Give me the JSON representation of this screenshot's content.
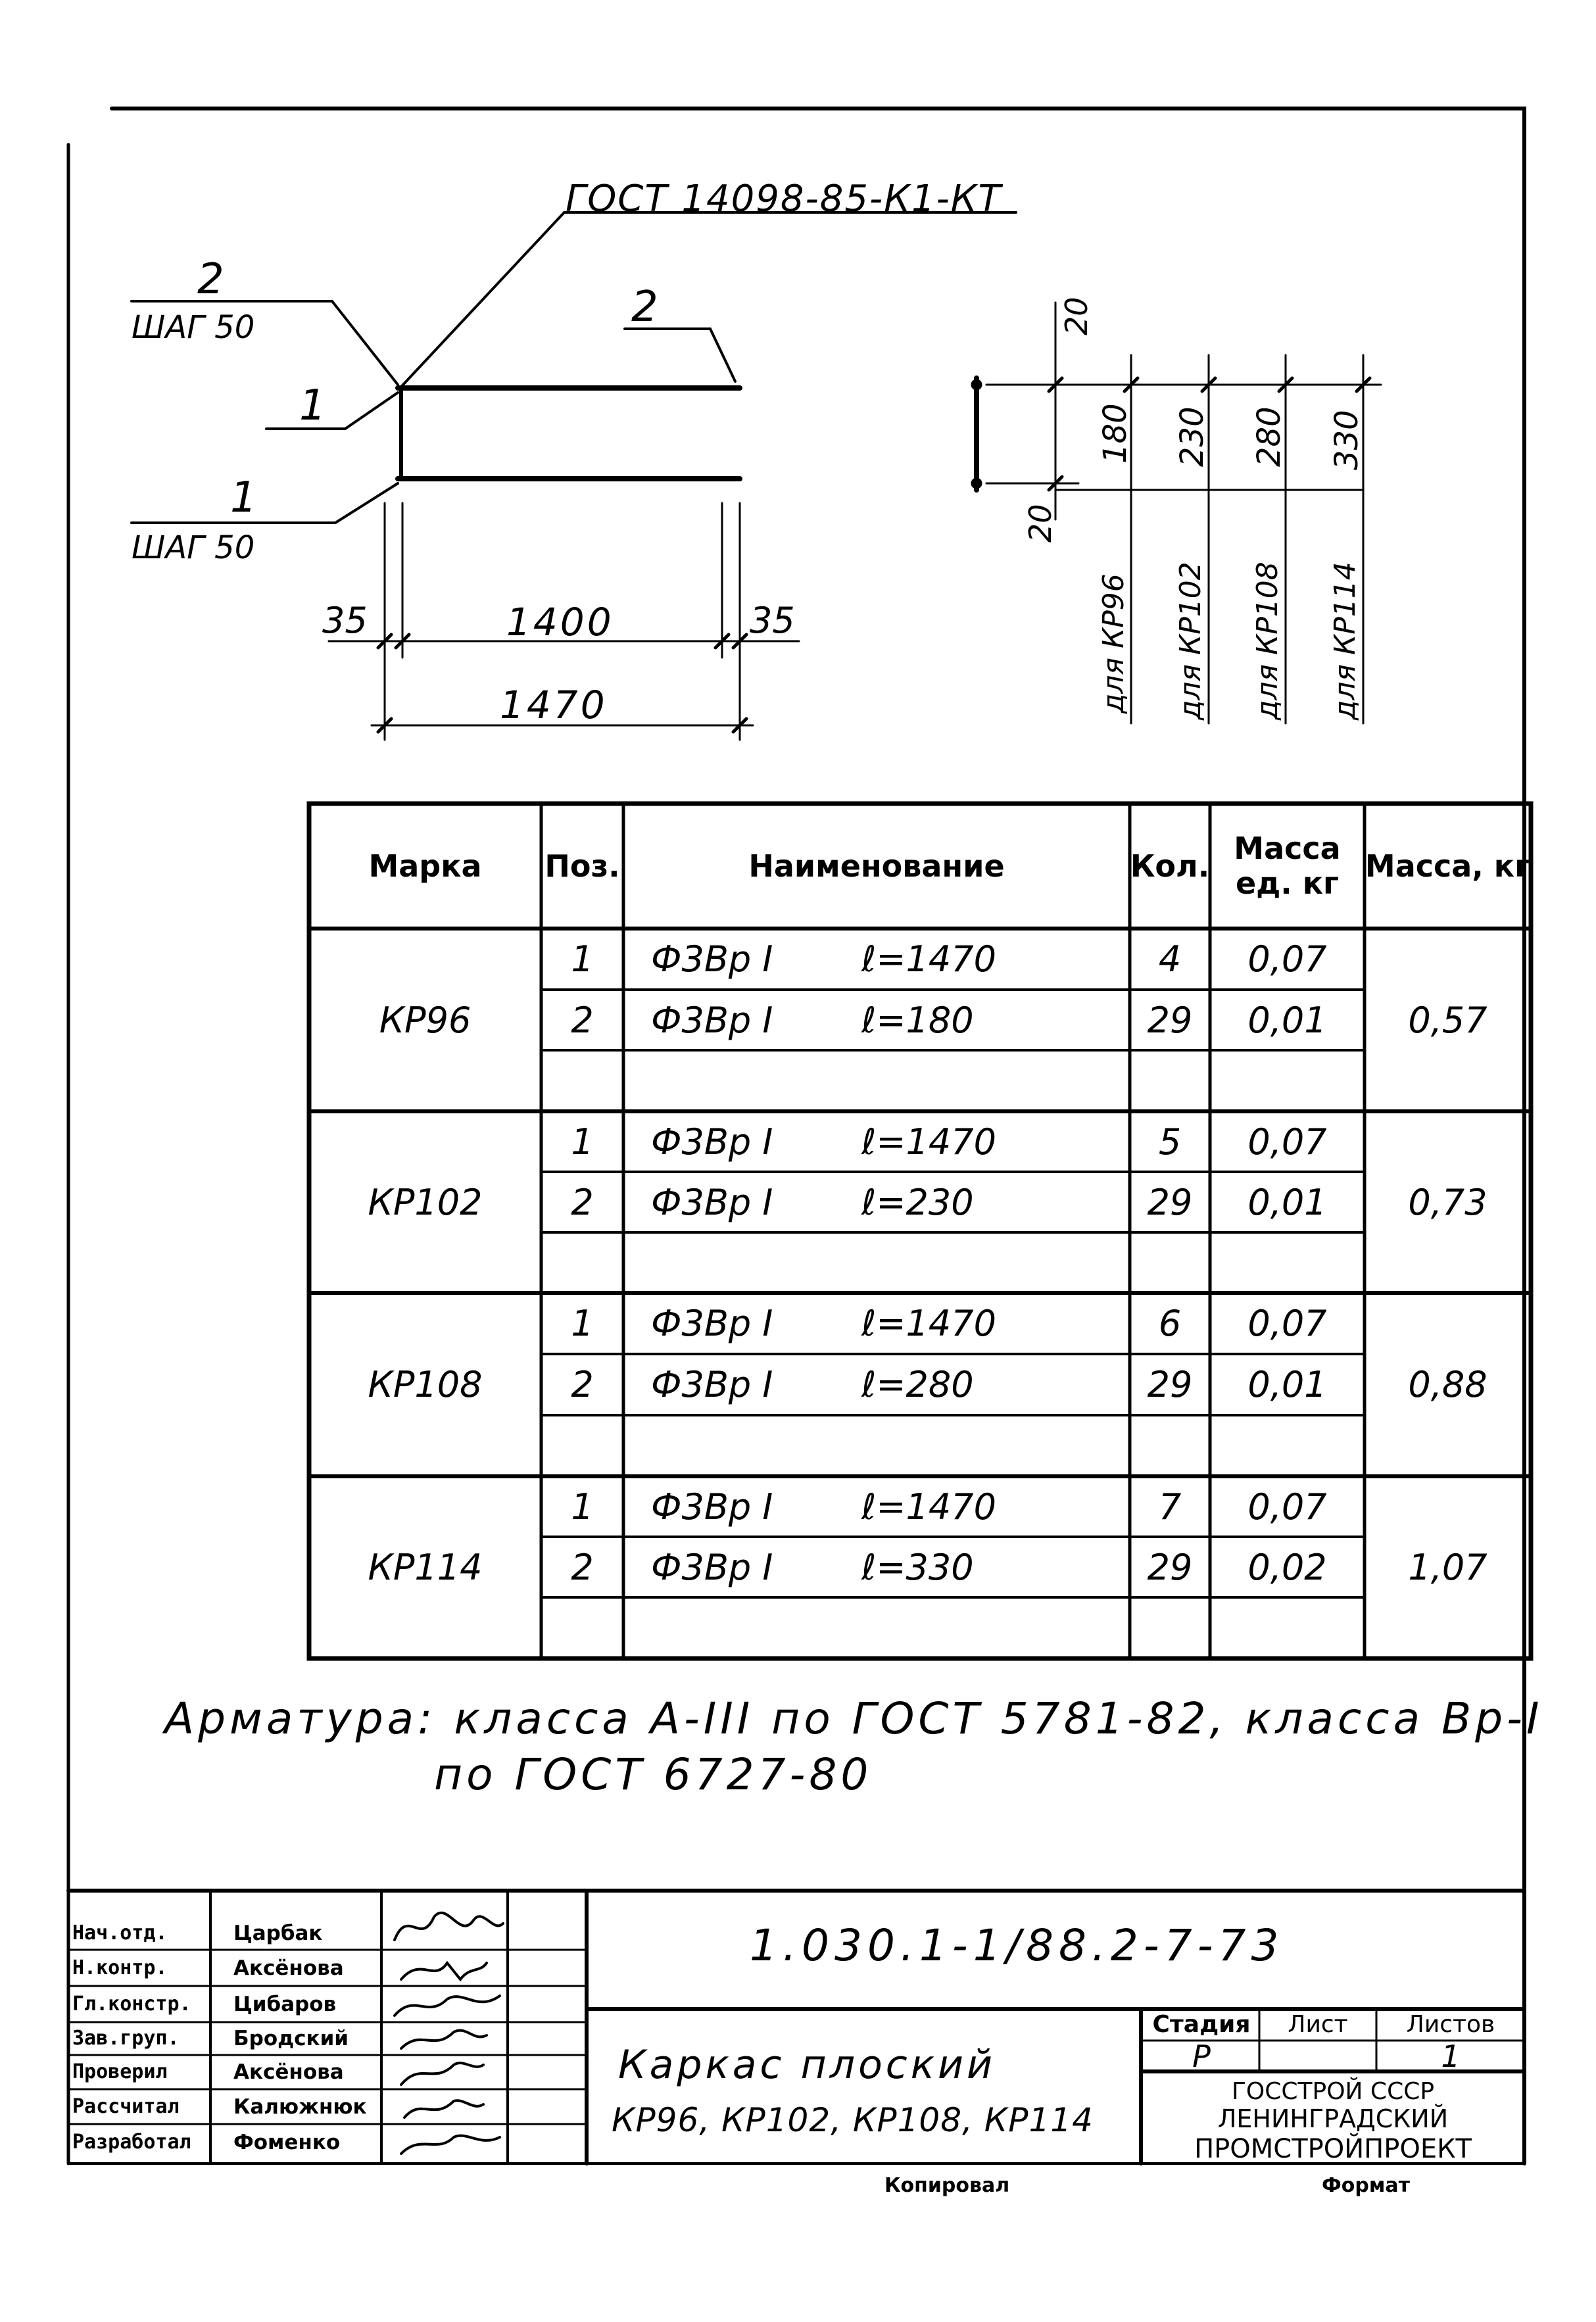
{
  "drawing": {
    "gost_ref": "ГОСТ 14098-85-К1-КТ",
    "pos_top_left": "2",
    "step_top": "ШАГ 50",
    "pos_top_right": "2",
    "pos_left_mid": "1",
    "pos_left_bottom": "1",
    "step_bottom": "ШАГ 50",
    "dim_left": "35",
    "dim_mid": "1400",
    "dim_right": "35",
    "dim_total": "1470"
  },
  "section": {
    "dim_top": "20",
    "dim_bottom": "20",
    "heights": [
      "180",
      "230",
      "280",
      "330"
    ],
    "labels": [
      "для КР96",
      "для КР102",
      "для КР108",
      "для КР114"
    ]
  },
  "table": {
    "headers": {
      "mark": "Марка",
      "pos": "Поз.",
      "name": "Наименование",
      "qty": "Кол.",
      "unit_mass": "Масса ед. кг",
      "mass": "Масса, кг"
    },
    "groups": [
      {
        "mark": "КР96",
        "mass": "0,57",
        "rows": [
          {
            "pos": "1",
            "name": "Ф3Вр I",
            "length": "ℓ=1470",
            "qty": "4",
            "unit_mass": "0,07"
          },
          {
            "pos": "2",
            "name": "Ф3Вр I",
            "length": "ℓ=180",
            "qty": "29",
            "unit_mass": "0,01"
          }
        ]
      },
      {
        "mark": "КР102",
        "mass": "0,73",
        "rows": [
          {
            "pos": "1",
            "name": "Ф3Вр I",
            "length": "ℓ=1470",
            "qty": "5",
            "unit_mass": "0,07"
          },
          {
            "pos": "2",
            "name": "Ф3Вр I",
            "length": "ℓ=230",
            "qty": "29",
            "unit_mass": "0,01"
          }
        ]
      },
      {
        "mark": "КР108",
        "mass": "0,88",
        "rows": [
          {
            "pos": "1",
            "name": "Ф3Вр I",
            "length": "ℓ=1470",
            "qty": "6",
            "unit_mass": "0,07"
          },
          {
            "pos": "2",
            "name": "Ф3Вр I",
            "length": "ℓ=280",
            "qty": "29",
            "unit_mass": "0,01"
          }
        ]
      },
      {
        "mark": "КР114",
        "mass": "1,07",
        "rows": [
          {
            "pos": "1",
            "name": "Ф3Вр I",
            "length": "ℓ=1470",
            "qty": "7",
            "unit_mass": "0,07"
          },
          {
            "pos": "2",
            "name": "Ф3Вр I",
            "length": "ℓ=330",
            "qty": "29",
            "unit_mass": "0,02"
          }
        ]
      }
    ]
  },
  "notes": {
    "line1": "Арматура: класса А-III по ГОСТ 5781-82, класса Вр-I",
    "line2": "по ГОСТ 6727-80"
  },
  "title_block": {
    "staff": [
      {
        "role": "Нач.отд.",
        "name": "Царбак"
      },
      {
        "role": "Н.контр.",
        "name": "Аксёнова"
      },
      {
        "role": "Гл.констр.",
        "name": "Цибаров"
      },
      {
        "role": "Зав.груп.",
        "name": "Бродский"
      },
      {
        "role": "Проверил",
        "name": "Аксёнова"
      },
      {
        "role": "Рассчитал",
        "name": "Калюжнюк"
      },
      {
        "role": "Разработал",
        "name": "Фоменко"
      }
    ],
    "doc_number": "1.030.1-1/88.2-7-73",
    "title_line1": "Каркас плоский",
    "title_line2": "КР96, КР102, КР108, КР114",
    "stage_label": "Стадия",
    "sheet_label": "Лист",
    "sheets_label": "Листов",
    "stage_value": "Р",
    "sheet_value": "",
    "sheets_value": "1",
    "org_line1": "ГОССТРОЙ СССР",
    "org_line2": "ЛЕНИНГРАДСКИЙ",
    "org_line3": "ПРОМСТРОЙПРОЕКТ"
  },
  "footer": {
    "copied": "Копировал",
    "format": "Формат"
  }
}
